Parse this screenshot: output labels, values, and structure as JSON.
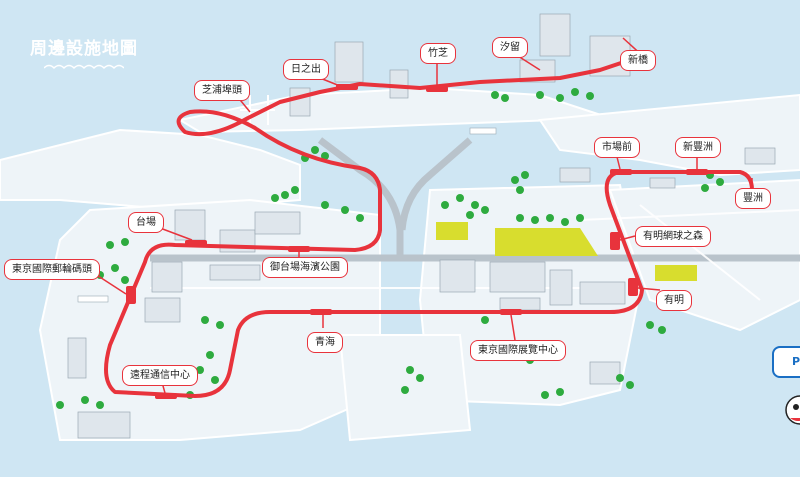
{
  "map": {
    "title": "周邊設施地圖",
    "colors": {
      "sea": "#cfe6f3",
      "land": "#eef4f8",
      "route": "#e8333c",
      "tree": "#2eab3f",
      "building": "#dfe6ec",
      "expo": "#d8dd2e"
    },
    "stations": [
      {
        "key": "shibaura",
        "label": "芝浦埠頭"
      },
      {
        "key": "hinode",
        "label": "日之出"
      },
      {
        "key": "takeshiba",
        "label": "竹芝"
      },
      {
        "key": "shiodome",
        "label": "汐留"
      },
      {
        "key": "shimbashi",
        "label": "新橋"
      },
      {
        "key": "shijomae",
        "label": "市場前"
      },
      {
        "key": "shintoyosu",
        "label": "新豐洲"
      },
      {
        "key": "toyosu",
        "label": "豐洲"
      },
      {
        "key": "daiba",
        "label": "台場"
      },
      {
        "key": "ferry",
        "label": "東京國際郵輪碼頭"
      },
      {
        "key": "odaiba_park",
        "label": "御台場海濱公園"
      },
      {
        "key": "ariake_tennis",
        "label": "有明網球之森"
      },
      {
        "key": "ariake",
        "label": "有明"
      },
      {
        "key": "aomi",
        "label": "青海"
      },
      {
        "key": "bigsight",
        "label": "東京國際展覽中心"
      },
      {
        "key": "telecom",
        "label": "遠程通信中心"
      }
    ]
  },
  "side_button": {
    "label": "Pa",
    "icon": "mascot-icon"
  }
}
